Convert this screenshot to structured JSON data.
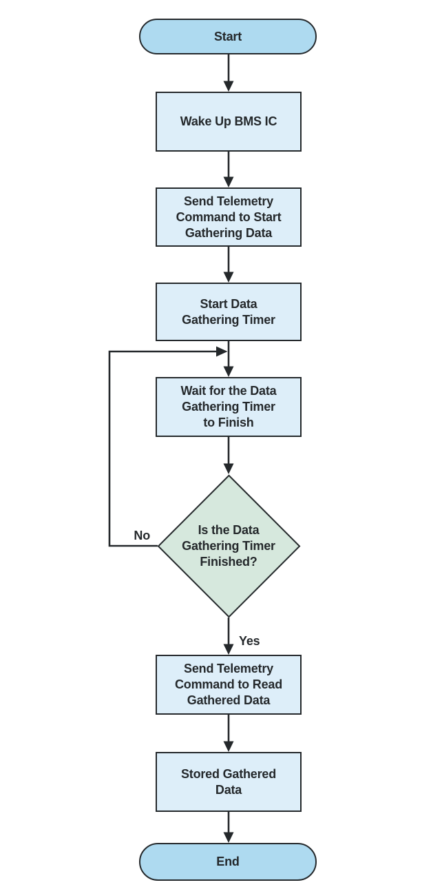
{
  "diagram": {
    "type": "flowchart",
    "nodes": [
      {
        "id": "start",
        "shape": "terminator",
        "label": "Start"
      },
      {
        "id": "wake",
        "shape": "process",
        "label": "Wake Up BMS IC"
      },
      {
        "id": "send_start",
        "shape": "process",
        "label": "Send Telemetry\nCommand to Start\nGathering Data"
      },
      {
        "id": "timer",
        "shape": "process",
        "label": "Start Data\nGathering Timer"
      },
      {
        "id": "wait",
        "shape": "process",
        "label": "Wait for the Data\nGathering Timer\nto Finish"
      },
      {
        "id": "decision",
        "shape": "decision",
        "label": "Is the Data\nGathering Timer\nFinished?"
      },
      {
        "id": "send_read",
        "shape": "process",
        "label": "Send Telemetry\nCommand to Read\nGathered Data"
      },
      {
        "id": "stored",
        "shape": "process",
        "label": "Stored Gathered\nData"
      },
      {
        "id": "end",
        "shape": "terminator",
        "label": "End"
      }
    ],
    "edge_labels": {
      "no": "No",
      "yes": "Yes"
    },
    "edges": [
      {
        "from": "start",
        "to": "wake"
      },
      {
        "from": "wake",
        "to": "send_start"
      },
      {
        "from": "send_start",
        "to": "timer"
      },
      {
        "from": "timer",
        "to": "wait"
      },
      {
        "from": "wait",
        "to": "decision"
      },
      {
        "from": "decision",
        "to": "wait",
        "label": "No"
      },
      {
        "from": "decision",
        "to": "send_read",
        "label": "Yes"
      },
      {
        "from": "send_read",
        "to": "stored"
      },
      {
        "from": "stored",
        "to": "end"
      }
    ],
    "colors": {
      "terminator_fill": "#aedaf0",
      "process_fill": "#ddeef9",
      "decision_fill": "#d6e8dd",
      "stroke": "#24282b",
      "text": "#24282b",
      "canvas": "#ffffff"
    }
  }
}
